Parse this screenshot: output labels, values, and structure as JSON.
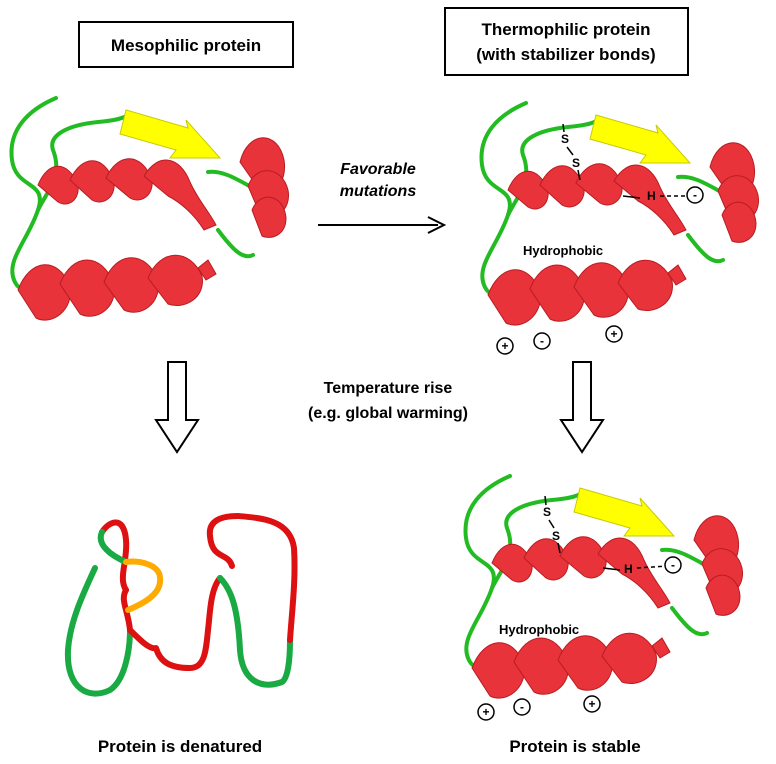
{
  "boxes": {
    "mesophilic": "Mesophilic protein",
    "thermophilic_line1": "Thermophilic protein",
    "thermophilic_line2": "(with stabilizer bonds)"
  },
  "arrow_label": {
    "line1": "Favorable",
    "line2": "mutations"
  },
  "temperature_label": {
    "line1": "Temperature rise",
    "line2": "(e.g. global warming)"
  },
  "bond_labels": {
    "sulfur": "S",
    "hydrogen": "H",
    "hydrophobic": "Hydrophobic",
    "plus": "+",
    "minus": "-"
  },
  "captions": {
    "denatured": "Protein is denatured",
    "stable": "Protein is stable"
  },
  "colors": {
    "helix": "#e8333a",
    "helix_dark": "#b81c22",
    "strand": "#ffff00",
    "loop": "#22bb22",
    "denatured_red": "#dd1111",
    "denatured_green": "#1aaa44",
    "denatured_orange": "#ffaa00"
  }
}
